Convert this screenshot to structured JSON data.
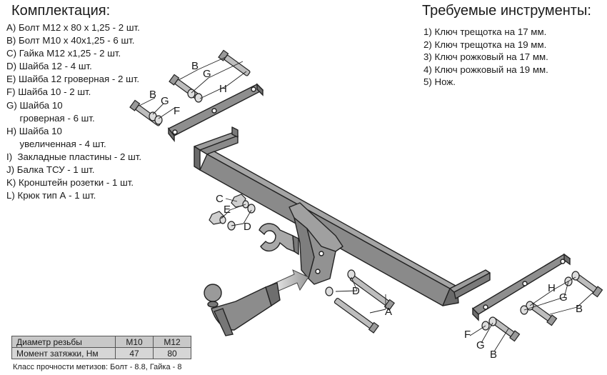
{
  "kit": {
    "title": "Комплектация:",
    "items": [
      "A) Болт М12 x 80 x 1,25 - 2 шт.",
      "B) Болт М10 x 40x1,25 - 6 шт.",
      "C) Гайка М12 x1,25 - 2 шт.",
      "D) Шайба 12 - 4 шт.",
      "E) Шайба 12 гроверная - 2 шт.",
      "F) Шайба 10 - 2 шт.",
      "G) Шайба 10",
      "     гроверная - 6 шт.",
      "H) Шайба 10",
      "     увеличенная - 4 шт.",
      "I)  Закладные пластины - 2 шт.",
      "J) Балка ТСУ - 1 шт.",
      "K) Кронштейн розетки - 1 шт.",
      "L) Крюк тип А - 1 шт."
    ]
  },
  "tools": {
    "title": "Требуемые инструменты:",
    "items": [
      "1) Ключ трещотка на 17 мм.",
      "2) Ключ трещотка на 19 мм.",
      "3) Ключ рожковый на 17 мм.",
      "4) Ключ рожковый на 19 мм.",
      "5) Нож."
    ]
  },
  "diagram": {
    "labels": {
      "top_b": "B",
      "top_g": "G",
      "top_h": "H",
      "left_b": "B",
      "left_g": "G",
      "left_f": "F",
      "mid_c": "C",
      "mid_e": "E",
      "mid_d": "D",
      "right_d": "D",
      "right_a": "A",
      "rb_h": "H",
      "rb_g": "G",
      "rb_b": "B",
      "bot_f": "F",
      "bot_g": "G",
      "bot_b": "B"
    }
  },
  "torque_table": {
    "header": [
      "Диаметр резьбы",
      "М10",
      "М12"
    ],
    "row": [
      "Момент затяжки, Нм",
      "47",
      "80"
    ]
  },
  "footnote": "Класс прочности метизов: Болт - 8.8, Гайка - 8"
}
